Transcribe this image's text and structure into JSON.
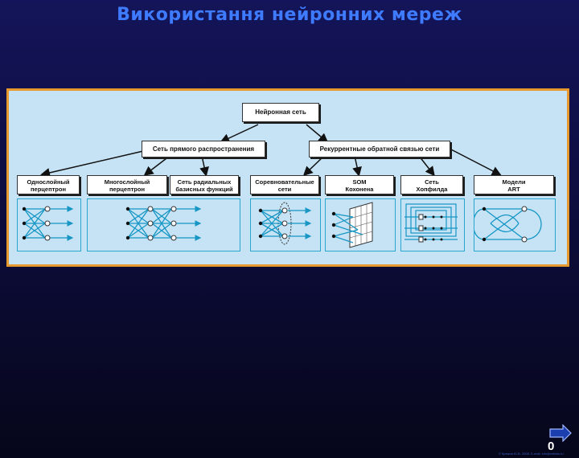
{
  "title": "Використання нейронних мереж",
  "diagram": {
    "root": "Нейронная сеть",
    "branches": [
      "Сеть прямого распространения",
      "Рекуррентные обратной связью сети"
    ],
    "categories": [
      "Однослойный\nперцептрон",
      "Многослойный\nперцептрон",
      "Сеть радиальных\nбазисных функций",
      "Соревновательные\nсети",
      "SOM\nКохонена",
      "Сеть\nХопфилда",
      "Модели\nART"
    ]
  },
  "nav": {
    "next_icon": "right-arrow-icon",
    "page_number": "0"
  },
  "footer": "© Крюков Ю.В. 2008. E-mail: info@mflabs.ru"
}
